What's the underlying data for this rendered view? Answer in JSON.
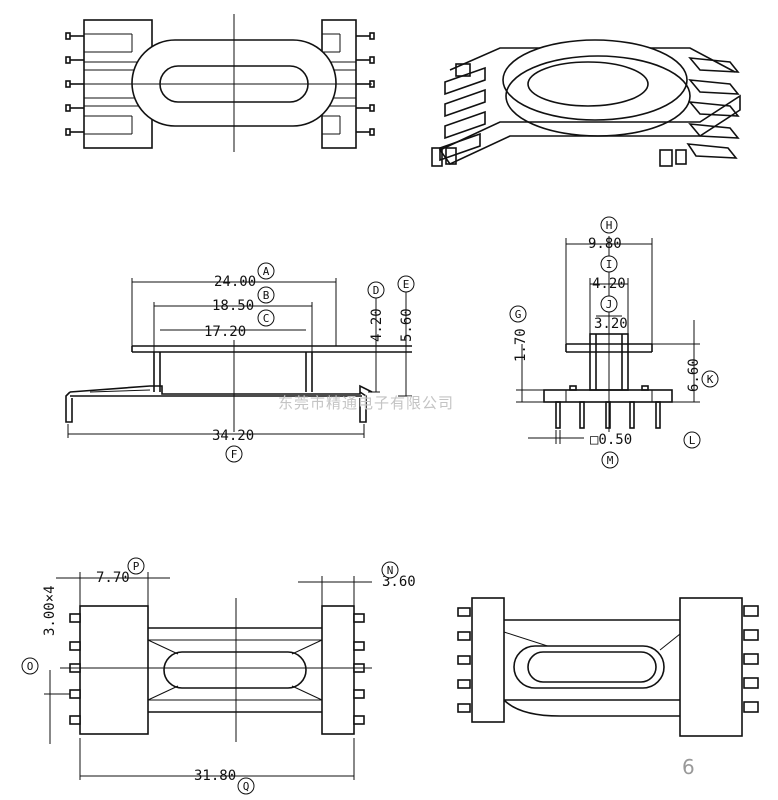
{
  "dimensions": {
    "A": "24.00",
    "B": "18.50",
    "C": "17.20",
    "D": "4.20",
    "E": "5.60",
    "F": "34.20",
    "G": "1.70",
    "H": "9.80",
    "I": "4.20",
    "J": "3.20",
    "K": "6.60",
    "M": "□0.50",
    "N": "3.60",
    "O": "3.00×4",
    "P": "7.70",
    "Q": "31.80"
  },
  "labels": [
    "A",
    "B",
    "C",
    "D",
    "E",
    "F",
    "G",
    "H",
    "I",
    "J",
    "K",
    "L",
    "M",
    "N",
    "O",
    "P",
    "Q"
  ],
  "watermark": "东莞市精通电子有限公司",
  "page_number": "6"
}
